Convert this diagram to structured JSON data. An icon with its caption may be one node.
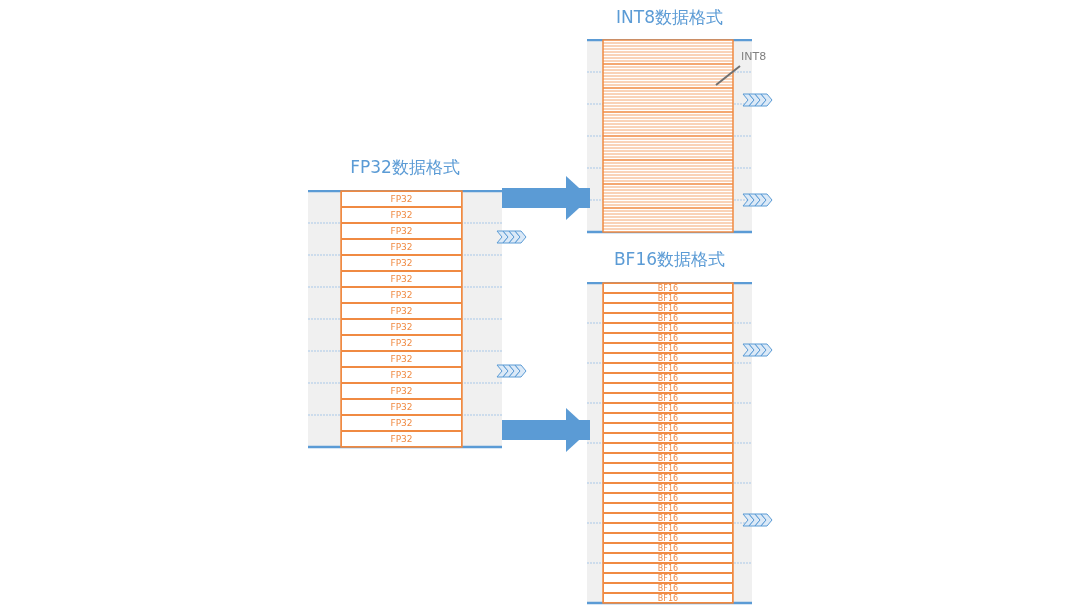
{
  "diagram": {
    "nodes": [
      {
        "text": [
          "FP32数据格式"
        ]
      },
      {
        "text": [
          "FP32"
        ],
        "in": 0
      },
      {
        "text": [
          "FP32"
        ],
        "in": 0
      },
      {
        "text": [
          "FP32"
        ],
        "in": 0
      },
      {
        "text": [
          "FP32"
        ],
        "in": 0
      },
      {
        "text": [
          "FP32"
        ],
        "in": 0
      },
      {
        "text": [
          "FP32"
        ],
        "in": 0
      },
      {
        "text": [
          "FP32"
        ],
        "in": 0
      },
      {
        "text": [
          "FP32"
        ],
        "in": 0
      },
      {
        "text": [
          "FP32"
        ],
        "in": 0
      },
      {
        "text": [
          "FP32"
        ],
        "in": 0
      },
      {
        "text": [
          "FP32"
        ],
        "in": 0
      },
      {
        "text": [
          "FP32"
        ],
        "in": 0
      },
      {
        "text": [
          "FP32"
        ],
        "in": 0
      },
      {
        "text": [
          "FP32"
        ],
        "in": 0
      },
      {
        "text": [
          "FP32"
        ],
        "in": 0
      },
      {
        "text": [
          "FP32"
        ],
        "in": 0
      },
      {
        "text": [
          "INT8数据格式"
        ]
      },
      {
        "text": [
          "INT8"
        ]
      },
      {
        "text": [
          "BF16数据格式"
        ]
      },
      {
        "text": [
          "BF16"
        ],
        "in": 19
      },
      {
        "text": [
          "BF16"
        ],
        "in": 19
      },
      {
        "text": [
          "BF16"
        ],
        "in": 19
      },
      {
        "text": [
          "BF16"
        ],
        "in": 19
      },
      {
        "text": [
          "BF16"
        ],
        "in": 19
      },
      {
        "text": [
          "BF16"
        ],
        "in": 19
      },
      {
        "text": [
          "BF16"
        ],
        "in": 19
      },
      {
        "text": [
          "BF16"
        ],
        "in": 19
      },
      {
        "text": [
          "BF16"
        ],
        "in": 19
      },
      {
        "text": [
          "BF16"
        ],
        "in": 19
      },
      {
        "text": [
          "BF16"
        ],
        "in": 19
      },
      {
        "text": [
          "BF16"
        ],
        "in": 19
      },
      {
        "text": [
          "BF16"
        ],
        "in": 19
      },
      {
        "text": [
          "BF16"
        ],
        "in": 19
      },
      {
        "text": [
          "BF16"
        ],
        "in": 19
      },
      {
        "text": [
          "BF16"
        ],
        "in": 19
      },
      {
        "text": [
          "BF16"
        ],
        "in": 19
      },
      {
        "text": [
          "BF16"
        ],
        "in": 19
      },
      {
        "text": [
          "BF16"
        ],
        "in": 19
      },
      {
        "text": [
          "BF16"
        ],
        "in": 19
      },
      {
        "text": [
          "BF16"
        ],
        "in": 19
      },
      {
        "text": [
          "BF16"
        ],
        "in": 19
      },
      {
        "text": [
          "BF16"
        ],
        "in": 19
      },
      {
        "text": [
          "BF16"
        ],
        "in": 19
      },
      {
        "text": [
          "BF16"
        ],
        "in": 19
      },
      {
        "text": [
          "BF16"
        ],
        "in": 19
      },
      {
        "text": [
          "BF16"
        ],
        "in": 19
      },
      {
        "text": [
          "BF16"
        ],
        "in": 19
      },
      {
        "text": [
          "BF16"
        ],
        "in": 19
      },
      {
        "text": [
          "BF16"
        ],
        "in": 19
      },
      {
        "text": [
          "BF16"
        ],
        "in": 19
      },
      {
        "text": [
          "BF16"
        ],
        "in": 19
      }
    ],
    "edges": [
      {
        "from": 0,
        "to": 17,
        "arrow": "to"
      },
      {
        "from": 0,
        "to": 19,
        "arrow": "to"
      },
      {
        "from": 18,
        "to": 17,
        "arrow": "none",
        "color": "#707070"
      }
    ]
  }
}
